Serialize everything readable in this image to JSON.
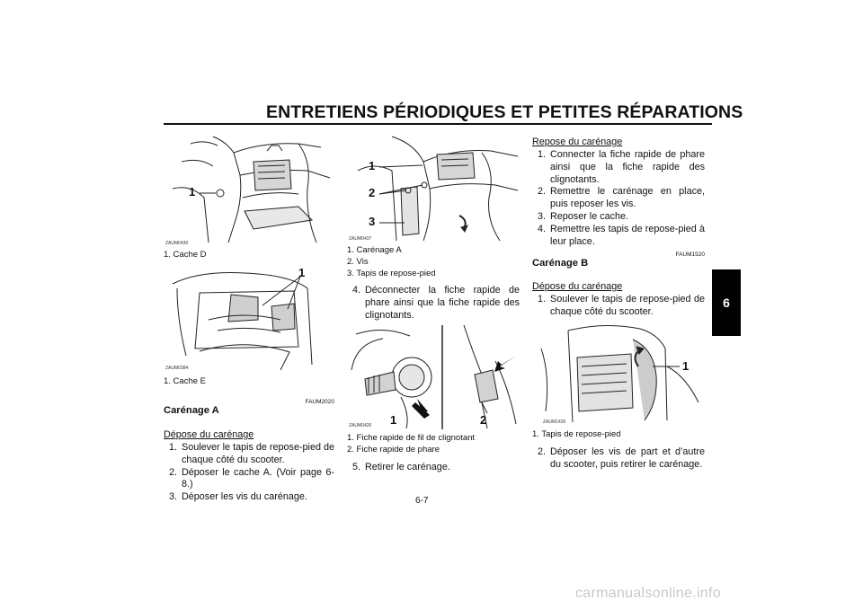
{
  "header": {
    "title": "ENTRETIENS PÉRIODIQUES ET PETITES RÉPARATIONS",
    "chapter_tab": "6"
  },
  "col1": {
    "fig1": {
      "code": "ZAUM0430",
      "callout": "1",
      "caption": "1. Cache D"
    },
    "fig2": {
      "code": "ZAUM0384",
      "callout": "1",
      "caption": "1. Cache E"
    },
    "section_code": "FAUM2020",
    "section_title": "Carénage A",
    "subheading": "Dépose du carénage",
    "steps": [
      {
        "num": "1.",
        "text": "Soulever le tapis de repose-pied de chaque côté du scooter."
      },
      {
        "num": "2.",
        "text": "Déposer le cache A. (Voir page 6-8.)"
      },
      {
        "num": "3.",
        "text": "Déposer les vis du carénage."
      }
    ]
  },
  "col2": {
    "fig3": {
      "code": "ZAUM0437",
      "callouts": [
        "1",
        "2",
        "3"
      ],
      "captions": [
        "1. Carénage A",
        "2. Vis",
        "3. Tapis de repose-pied"
      ]
    },
    "steps_a": [
      {
        "num": "4.",
        "text": "Déconnecter la fiche rapide de phare ainsi que la fiche rapide des clignotants."
      }
    ],
    "fig4": {
      "code": "ZAUM0426",
      "callouts": [
        "1",
        "2"
      ],
      "captions": [
        "1. Fiche rapide de fil de clignotant",
        "2. Fiche rapide de phare"
      ]
    },
    "steps_b": [
      {
        "num": "5.",
        "text": "Retirer le carénage."
      }
    ]
  },
  "col3": {
    "subheading1": "Repose du carénage",
    "steps1": [
      {
        "num": "1.",
        "text": "Connecter la fiche rapide de phare ainsi que la fiche rapide des clignotants."
      },
      {
        "num": "2.",
        "text": "Remettre le carénage en place, puis reposer les vis."
      },
      {
        "num": "3.",
        "text": "Reposer le cache."
      },
      {
        "num": "4.",
        "text": "Remettre les tapis de repose-pied à leur place."
      }
    ],
    "section_code": "FAUM1520",
    "section_title": "Carénage B",
    "subheading2": "Dépose du carénage",
    "steps2": [
      {
        "num": "1.",
        "text": "Soulever le tapis de repose-pied de chaque côté du scooter."
      }
    ],
    "fig5": {
      "code": "ZAUM1435",
      "callout": "1",
      "caption": "1. Tapis de repose-pied"
    },
    "steps3": [
      {
        "num": "2.",
        "text": "Déposer les vis de part et d’autre du scooter, puis retirer le carénage."
      }
    ]
  },
  "footer": {
    "page_number": "6-7",
    "watermark": "carmanualsonline.info"
  }
}
